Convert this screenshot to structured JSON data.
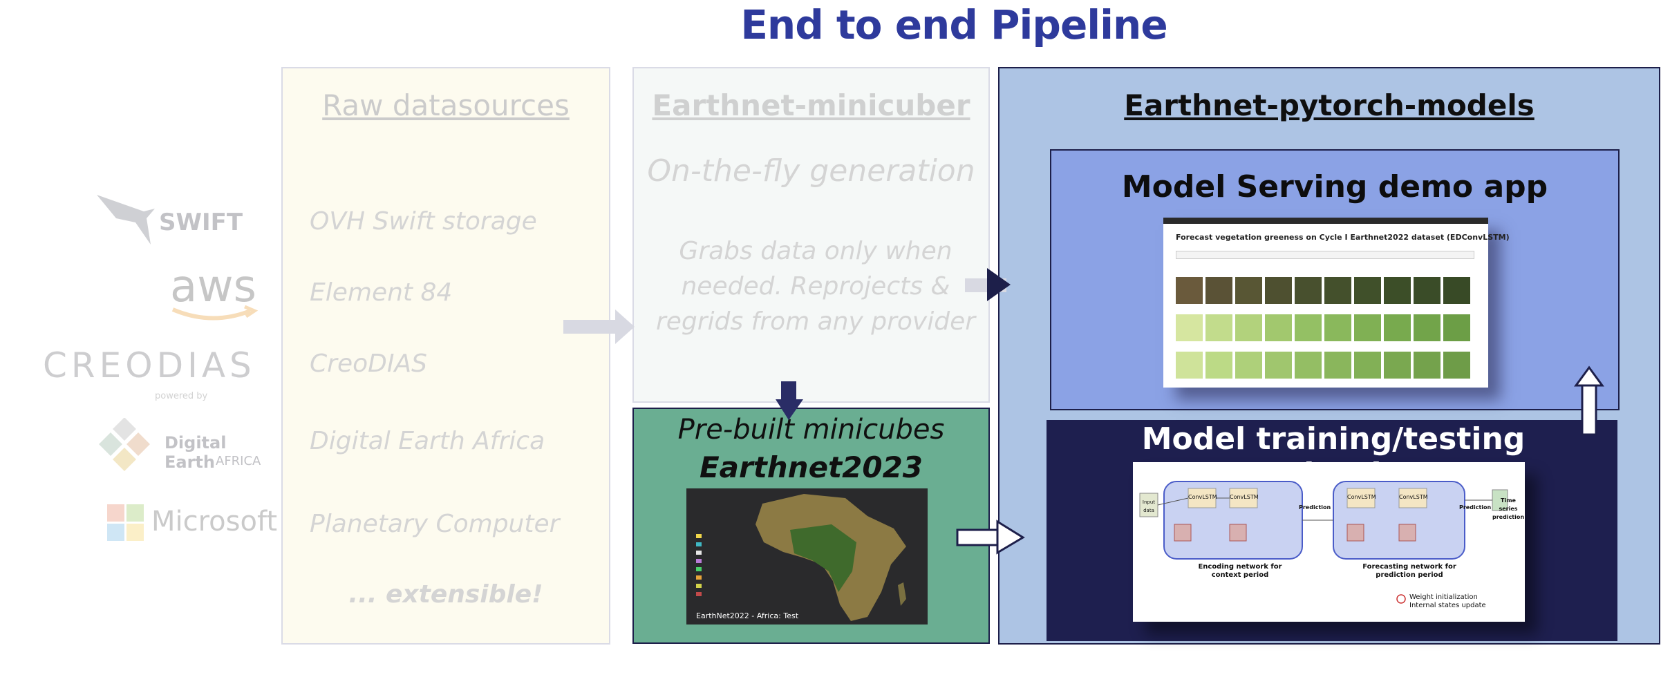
{
  "title": "End to end Pipeline",
  "logos": {
    "swift": "SWIFT",
    "aws": "aws",
    "creodias": "CREODIAS",
    "creodias_sub": "powered by",
    "digital_earth": "Digital Earth",
    "digital_earth_sub": "AFRICA",
    "microsoft": "Microsoft"
  },
  "raw": {
    "title": "Raw datasources",
    "items": [
      "OVH Swift storage",
      "Element 84",
      "CreoDIAS",
      "Digital Earth Africa",
      "Planetary Computer"
    ],
    "footer": "... extensible!"
  },
  "minicuber": {
    "title": "Earthnet-minicuber",
    "subtitle": "On-the-fly generation",
    "description": [
      "Grabs data only when",
      "needed. Reprojects &",
      "regrids from any provider"
    ]
  },
  "prebuilt": {
    "line1": "Pre-built minicubes",
    "line2": "Earthnet2023",
    "map_caption": "EarthNet2022 - Africa: Test"
  },
  "models": {
    "title": "Earthnet-pytorch-models",
    "serving_title": "Model Serving demo app",
    "serving_app_title": "Forecast vegetation greeness on Cycle I Earthnet2022 dataset (EDConvLSTM)",
    "training_title": "Model training/testing evaluation",
    "diagram": {
      "encoding": "Encoding network for context period",
      "forecasting": "Forecasting network for prediction period",
      "cell": "ConvLSTM",
      "prediction": "Prediction",
      "time_series": "Time series prediction",
      "input": "Input data",
      "legend1": "Weight initialization",
      "legend2": "Internal states update"
    }
  },
  "colors": {
    "title": "#2e3a9c",
    "prebuilt_bg": "#6aae92",
    "models_bg": "#adc4e4",
    "serving_bg": "#8ba2e5",
    "training_bg": "#1e1f4f"
  }
}
